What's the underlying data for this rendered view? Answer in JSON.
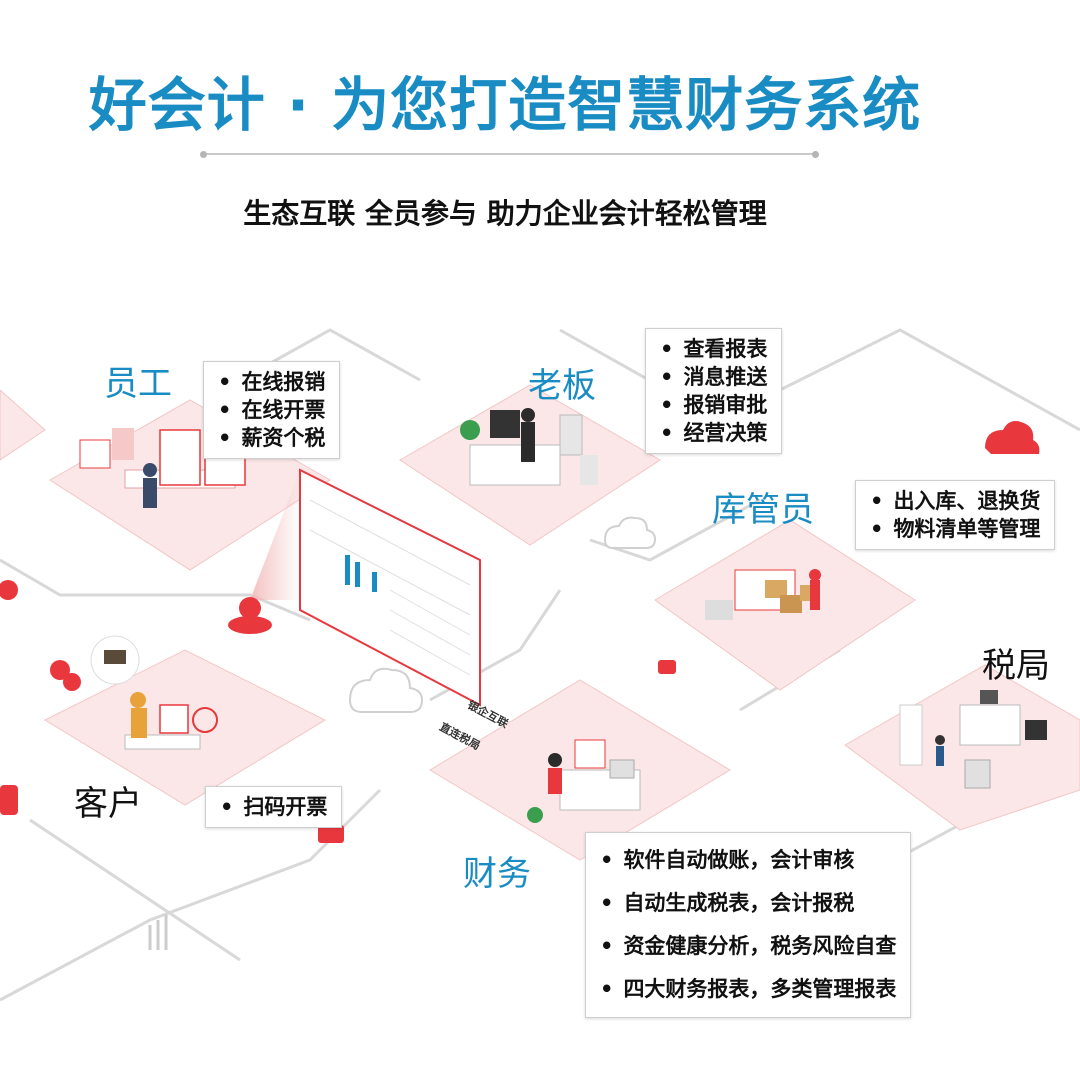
{
  "header": {
    "title": "好会计 · 为您打造智慧财务系统",
    "subtitle": "生态互联 全员参与 助力企业会计轻松管理"
  },
  "roles": {
    "employee": {
      "label": "员工",
      "items": [
        "在线报销",
        "在线开票",
        "薪资个税"
      ]
    },
    "boss": {
      "label": "老板",
      "items": [
        "查看报表",
        "消息推送",
        "报销审批",
        "经营决策"
      ]
    },
    "warehouse": {
      "label": "库管员",
      "items": [
        "出入库、退换货",
        "物料清单等管理"
      ]
    },
    "tax": {
      "label": "税局"
    },
    "customer": {
      "label": "客户",
      "items": [
        "扫码开票"
      ]
    },
    "finance": {
      "label": "财务",
      "items": [
        "软件自动做账，会计审核",
        "自动生成税表，会计报税",
        "资金健康分析，税务风险自查",
        "四大财务报表，多类管理报表"
      ]
    }
  },
  "screen_labels": {
    "bank": "银企互联",
    "tax_direct": "直连税局"
  },
  "colors": {
    "title_blue": "#1a8cc4",
    "accent_red": "#e8383d",
    "tile_pink": "#fbe7e7"
  }
}
